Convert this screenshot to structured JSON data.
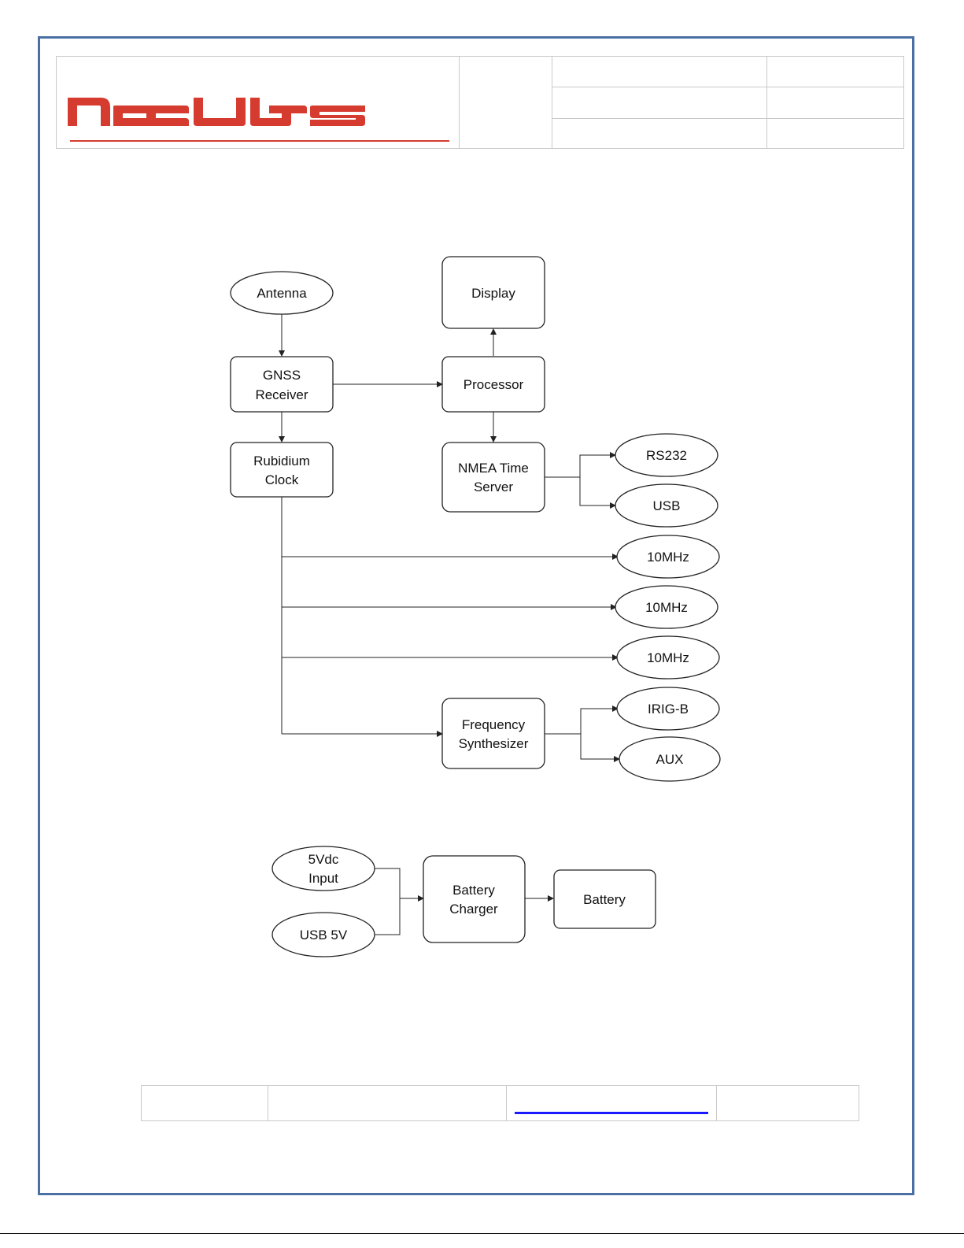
{
  "header": {
    "logo_text": "NOVUS",
    "brand_color": "#d63b2f"
  },
  "diagram": {
    "nodes": {
      "antenna": "Antenna",
      "display": "Display",
      "gnss_l1": "GNSS",
      "gnss_l2": "Receiver",
      "processor": "Processor",
      "rubidium_l1": "Rubidium",
      "rubidium_l2": "Clock",
      "nmea_l1": "NMEA Time",
      "nmea_l2": "Server",
      "rs232": "RS232",
      "usb": "USB",
      "out1": "10MHz",
      "out2": "10MHz",
      "out3": "10MHz",
      "freq_l1": "Frequency",
      "freq_l2": "Synthesizer",
      "irigb": "IRIG-B",
      "aux": "AUX"
    },
    "power": {
      "vdc_l1": "5Vdc",
      "vdc_l2": "Input",
      "usb5v": "USB 5V",
      "charger_l1": "Battery",
      "charger_l2": "Charger",
      "battery": "Battery"
    }
  },
  "colors": {
    "frame": "#4a6fa5",
    "link": "#1a1aff"
  }
}
